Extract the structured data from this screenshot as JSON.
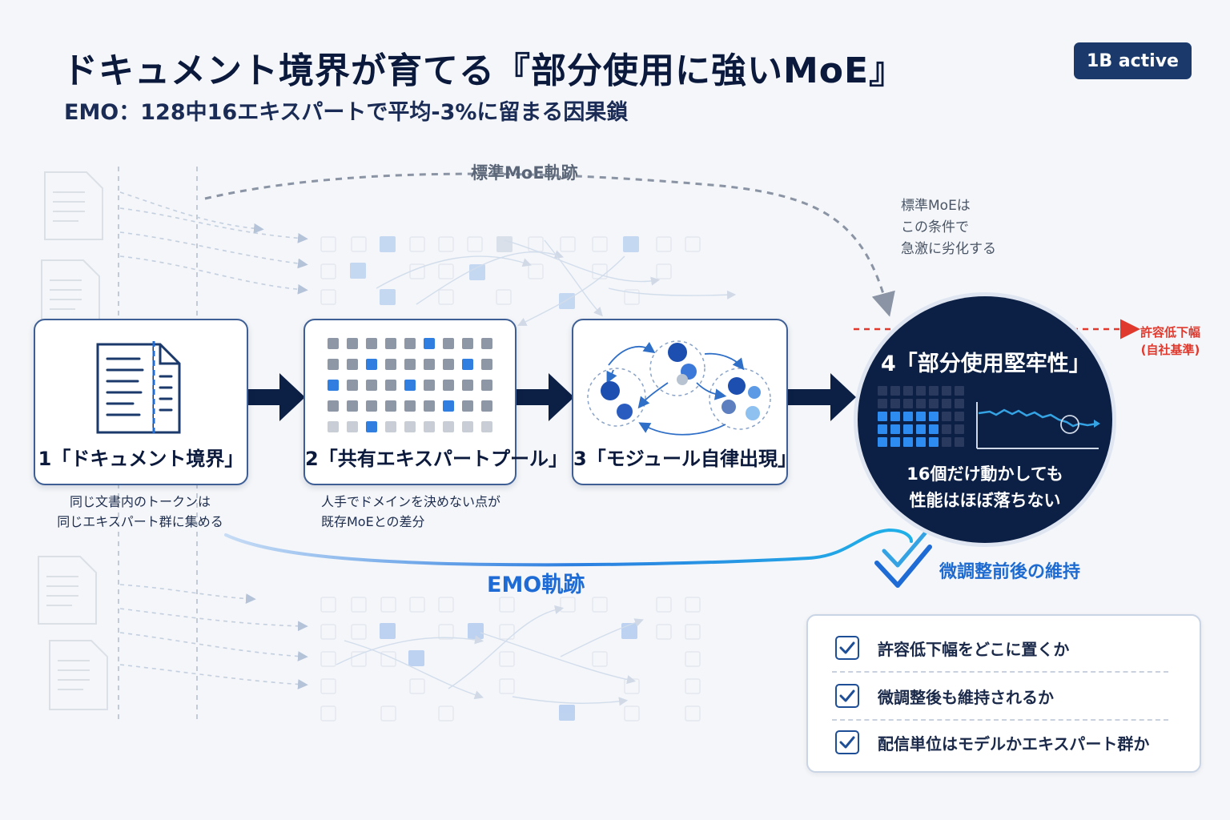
{
  "header": {
    "title": "ドキュメント境界が育てる『部分使用に強いMoE』",
    "subtitle": "EMO：128中16エキスパートで平均-3%に留まる因果鎖",
    "badge": "1B active"
  },
  "trajectories": {
    "standard_label": "標準MoE軌跡",
    "standard_note": [
      "標準MoEは",
      "この条件で",
      "急激に劣化する"
    ],
    "emo_label": "EMO軌跡"
  },
  "tolerance": {
    "label_line1": "許容低下幅",
    "label_line2": "(自社基準)"
  },
  "steps": [
    {
      "label": "1「ドキュメント境界」",
      "note": [
        "同じ文書内のトークンは",
        "同じエキスパート群に集める"
      ]
    },
    {
      "label": "2「共有エキスパートプール」",
      "note": [
        "人手でドメインを決めない点が",
        "既存MoEとの差分"
      ]
    },
    {
      "label": "3「モジュール自律出現」"
    }
  ],
  "result": {
    "title": "4「部分使用堅牢性」",
    "caption": [
      "16個だけ動かしても",
      "性能はほぼ落ちない"
    ]
  },
  "maintenance": {
    "label": "微調整前後の維持"
  },
  "checklist": [
    "許容低下幅をどこに置くか",
    "微調整後も維持されるか",
    "配信単位はモデルかエキスパート群か"
  ],
  "colors": {
    "navy": "#0c1f45",
    "accent_blue": "#1e6bd6",
    "warning_red": "#e03a2f",
    "card_border": "#3e5f96"
  }
}
